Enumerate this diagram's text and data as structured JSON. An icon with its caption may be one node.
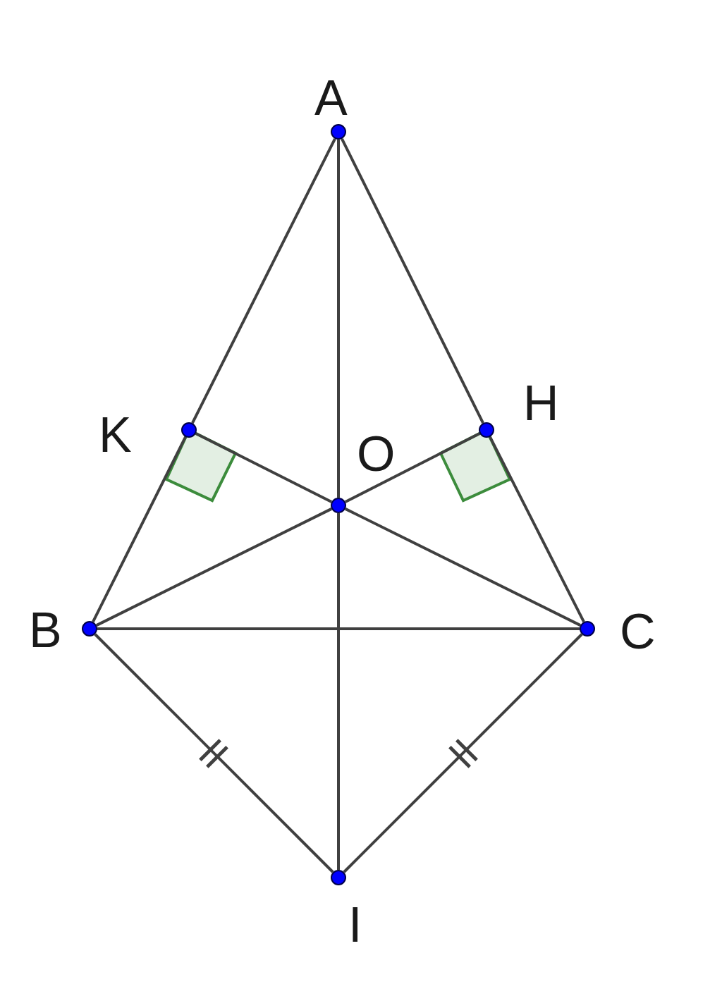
{
  "diagram": {
    "nodes": [
      {
        "text": [
          "A"
        ]
      },
      {
        "text": [
          "K"
        ]
      },
      {
        "text": [
          "H"
        ]
      },
      {
        "text": [
          "O"
        ]
      },
      {
        "text": [
          "B"
        ]
      },
      {
        "text": [
          "C"
        ]
      },
      {
        "text": [
          "I"
        ]
      }
    ],
    "edges": [
      {
        "from": 0,
        "to": 1,
        "arrow": "none"
      },
      {
        "from": 1,
        "to": 4,
        "arrow": "none"
      },
      {
        "from": 0,
        "to": 2,
        "arrow": "none"
      },
      {
        "from": 2,
        "to": 5,
        "arrow": "none"
      },
      {
        "from": 0,
        "to": 3,
        "arrow": "none"
      },
      {
        "from": 3,
        "to": 6,
        "arrow": "none"
      },
      {
        "from": 4,
        "to": 3,
        "arrow": "none"
      },
      {
        "from": 3,
        "to": 2,
        "arrow": "none"
      },
      {
        "from": 5,
        "to": 3,
        "arrow": "none"
      },
      {
        "from": 3,
        "to": 1,
        "arrow": "none"
      },
      {
        "from": 4,
        "to": 5,
        "arrow": "none"
      },
      {
        "from": 4,
        "to": 6,
        "arrow": "none"
      },
      {
        "from": 5,
        "to": 6,
        "arrow": "none"
      }
    ]
  }
}
